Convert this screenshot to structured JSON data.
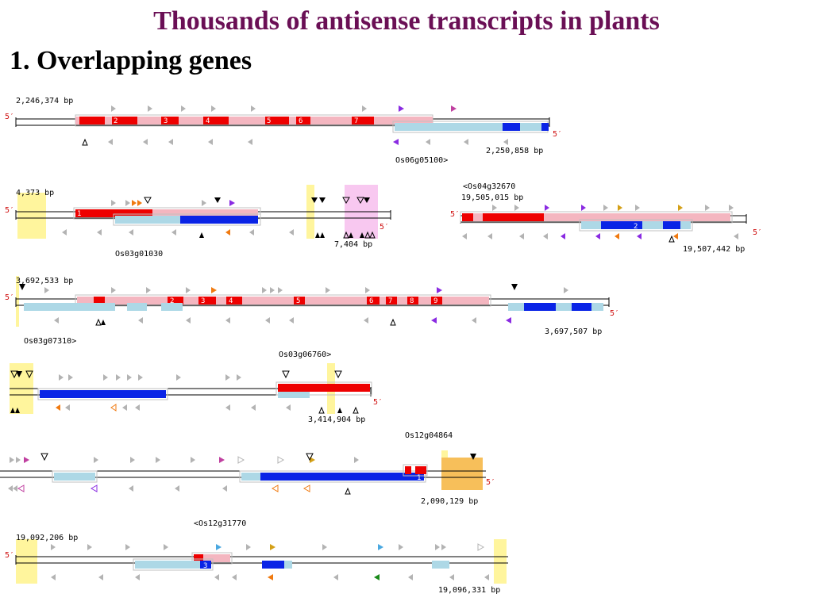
{
  "header": {
    "title": "Thousands of antisense transcripts in plants",
    "subtitle": "1. Overlapping genes"
  },
  "strand_label": "5′",
  "exon_nums": [
    "1",
    "2",
    "3",
    "4",
    "5",
    "6",
    "7",
    "8",
    "9"
  ],
  "panels": {
    "p1": {
      "start_bp": "2,246,374 bp",
      "end_bp": "2,250,858 bp",
      "gene": "Os06g05100>"
    },
    "p2": {
      "start_bp": "4,373 bp",
      "end_bp": "7,404 bp",
      "gene": "Os03g01030"
    },
    "p3": {
      "gene": "<Os04g32670",
      "start_bp": "19,505,015 bp",
      "end_bp": "19,507,442 bp"
    },
    "p4": {
      "start_bp": "3,692,533 bp",
      "end_bp": "3,697,507 bp",
      "gene": "Os03g07310>"
    },
    "p5": {
      "gene": "Os03g06760>",
      "end_bp": "3,414,904 bp"
    },
    "p6": {
      "gene": "Os12g04864",
      "end_bp": "2,090,129 bp"
    },
    "p7": {
      "gene": "<Os12g31770",
      "start_bp": "19,092,206 bp",
      "end_bp": "19,096,331 bp"
    }
  },
  "colors": {
    "title": "#6a0f55",
    "exon_red": "#ee0000",
    "exon_pink": "#f4b6c0",
    "exon_blue": "#0a24e6",
    "exon_lightblue": "#add8e6",
    "highlight_yellow": "#fff59d",
    "highlight_pink": "#f8c8f0",
    "highlight_orange": "#f7bf5a",
    "arrow_gray": "#b3b3b3",
    "arrow_purple": "#8a2be2",
    "arrow_orange": "#f07a10",
    "arrow_magenta": "#c040a0",
    "arrow_gold": "#d4a017"
  }
}
